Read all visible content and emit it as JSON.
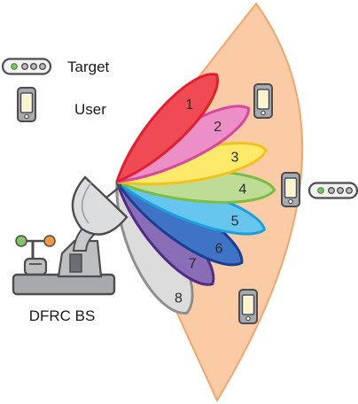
{
  "legend": [
    {
      "icon": "target-icon",
      "label": "Target"
    },
    {
      "icon": "user-phone-icon",
      "label": "User"
    }
  ],
  "base_station": {
    "label": "DFRC BS"
  },
  "sector_color": "#fbcba6",
  "sector_stroke": "#f3a66b",
  "beams": [
    {
      "label": "1",
      "fill": "#f04b55",
      "stroke": "#e0202c"
    },
    {
      "label": "2",
      "fill": "#ec8fc6",
      "stroke": "#d9469e"
    },
    {
      "label": "3",
      "fill": "#fde96a",
      "stroke": "#f2c21a"
    },
    {
      "label": "4",
      "fill": "#bfdc97",
      "stroke": "#7bbd3f"
    },
    {
      "label": "5",
      "fill": "#66c6ee",
      "stroke": "#1aa1db"
    },
    {
      "label": "6",
      "fill": "#3f73c6",
      "stroke": "#1a3f91"
    },
    {
      "label": "7",
      "fill": "#8a6db7",
      "stroke": "#512b86"
    },
    {
      "label": "8",
      "fill": "#dcdcdc",
      "stroke": "#8e8e8e"
    }
  ]
}
